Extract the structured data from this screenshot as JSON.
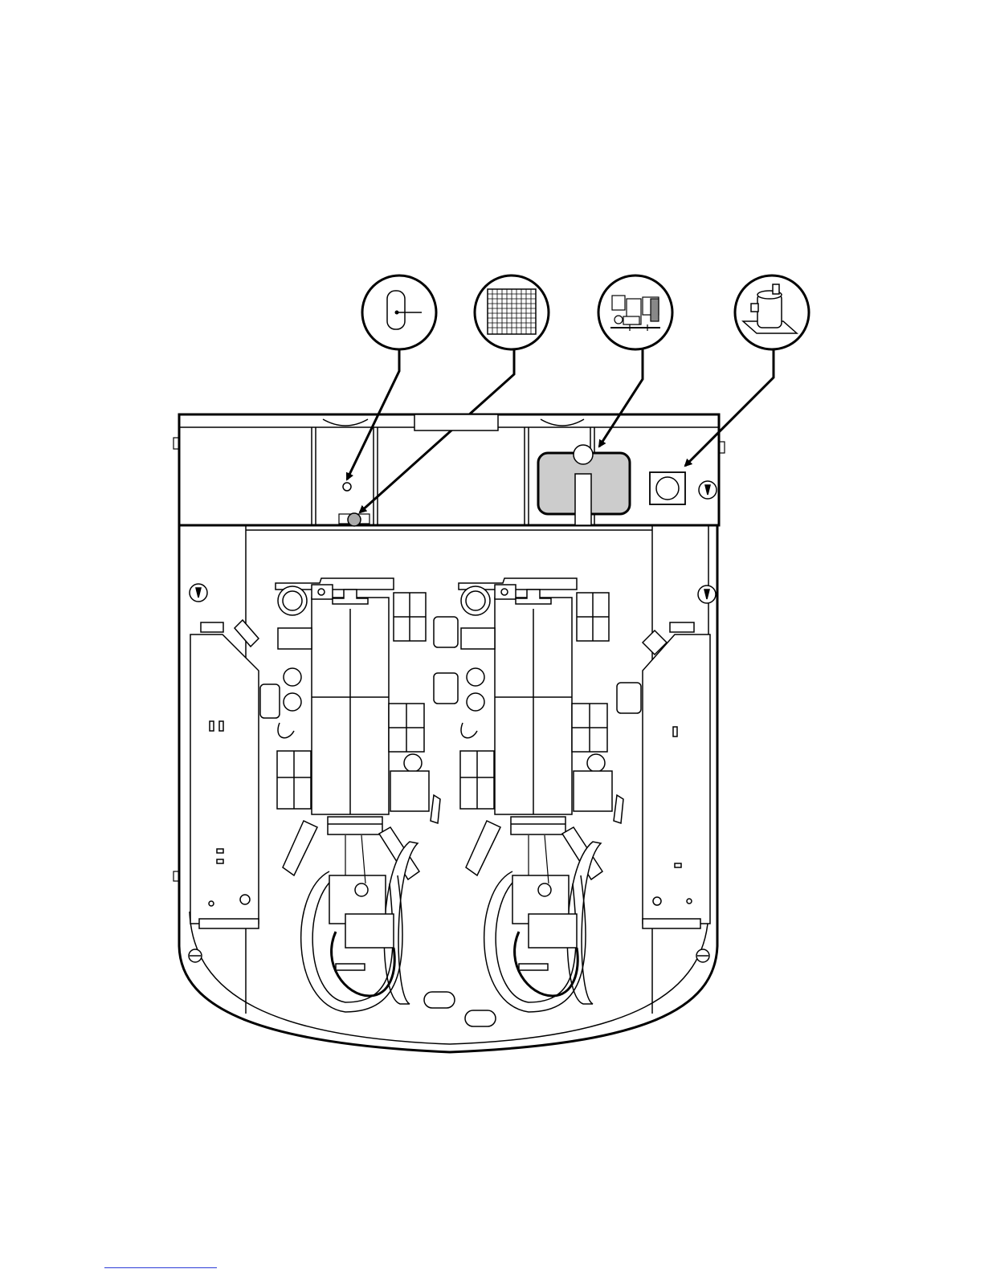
{
  "figure": {
    "description_visible_text": "",
    "callouts": [
      {
        "id": "thermostat-sensor",
        "icon": "temperature-probe-icon"
      },
      {
        "id": "filter-screen",
        "icon": "grid-filter-icon"
      },
      {
        "id": "control-board",
        "icon": "circuit-board-icon"
      },
      {
        "id": "drain-pump",
        "icon": "cylinder-pump-icon"
      }
    ],
    "colors": {
      "line": "#000000",
      "fill_highlight": "#cccccc",
      "background": "#ffffff",
      "footer_rule": "#2b3bd6"
    }
  }
}
